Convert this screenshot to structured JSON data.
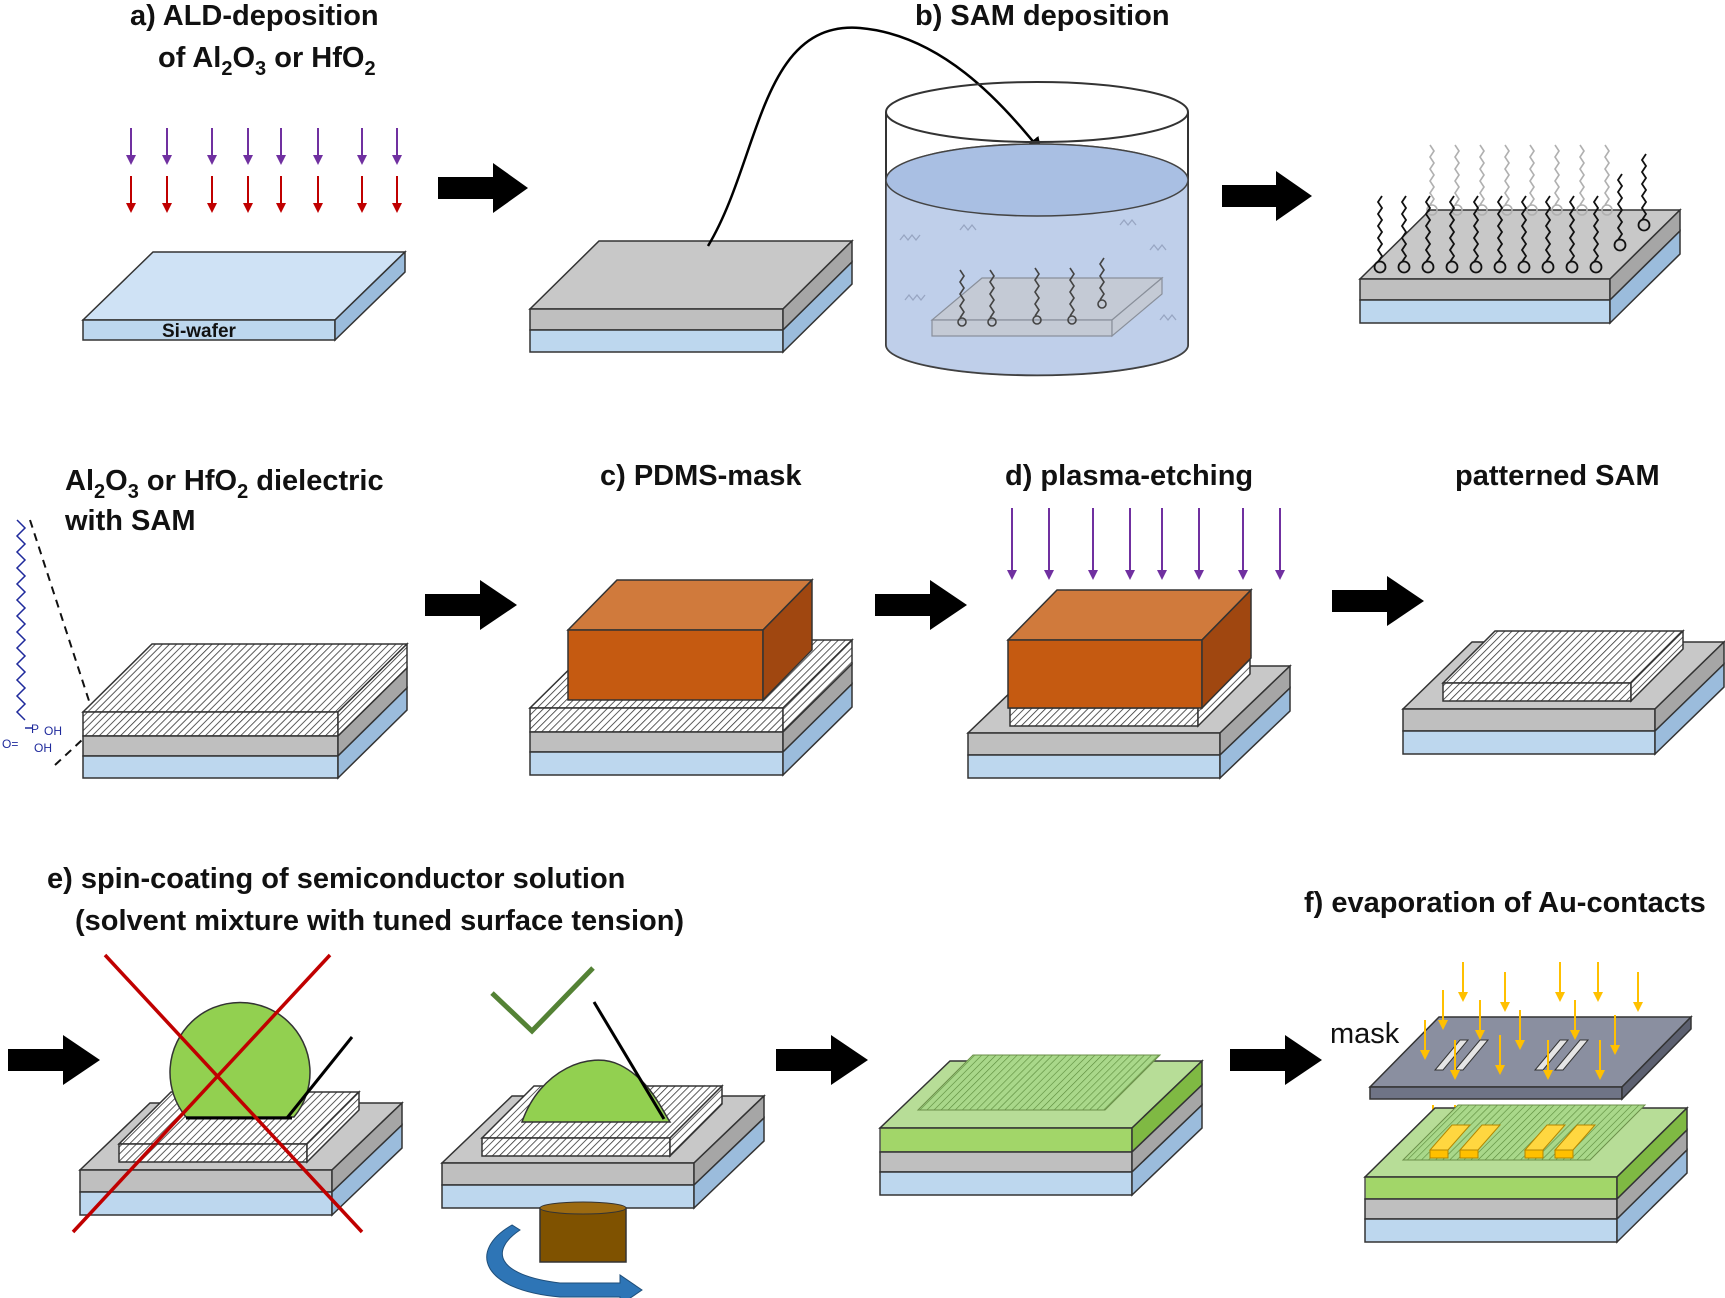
{
  "labels": {
    "a_line1": "a) ALD-deposition",
    "a_line2_pre": "of Al",
    "a_line2_sub1": "2",
    "a_line2_mid1": "O",
    "a_line2_sub2": "3",
    "a_line2_mid2": " or HfO",
    "a_line2_sub3": "2",
    "si_wafer": "Si-wafer",
    "b": "b) SAM deposition",
    "diel_pre": "Al",
    "diel_sub1": "2",
    "diel_mid1": "O",
    "diel_sub2": "3",
    "diel_mid2": " or HfO",
    "diel_sub3": "2",
    "diel_post": " dielectric",
    "diel_line2": "with SAM",
    "c": "c) PDMS-mask",
    "d": "d) plasma-etching",
    "patterned": "patterned SAM",
    "e_line1": "e) spin-coating of semiconductor solution",
    "e_line2": "(solvent mixture with tuned surface tension)",
    "f": "f) evaporation of Au-contacts",
    "mask": "mask"
  },
  "molecule": {
    "p": "P",
    "oh1": "OH",
    "oh2": "OH",
    "o": "O="
  },
  "colors": {
    "si_wafer": "#c5dcf2",
    "oxide": "#c8c8c8",
    "pdms": "#c55a11",
    "semiconductor": "#92d050",
    "gold": "#ffc000",
    "etch_arrow": "#7030a0",
    "ald_arrow": "#c00000",
    "solution": "#b4c7e7",
    "wrong_cross": "#c00000",
    "check": "#548235",
    "spin_arrow": "#2e75b6",
    "chuck": "#7f5200"
  },
  "icons": [
    "process-arrow-icon",
    "check-mark-icon",
    "cross-mark-icon",
    "rotation-arrow-icon"
  ]
}
